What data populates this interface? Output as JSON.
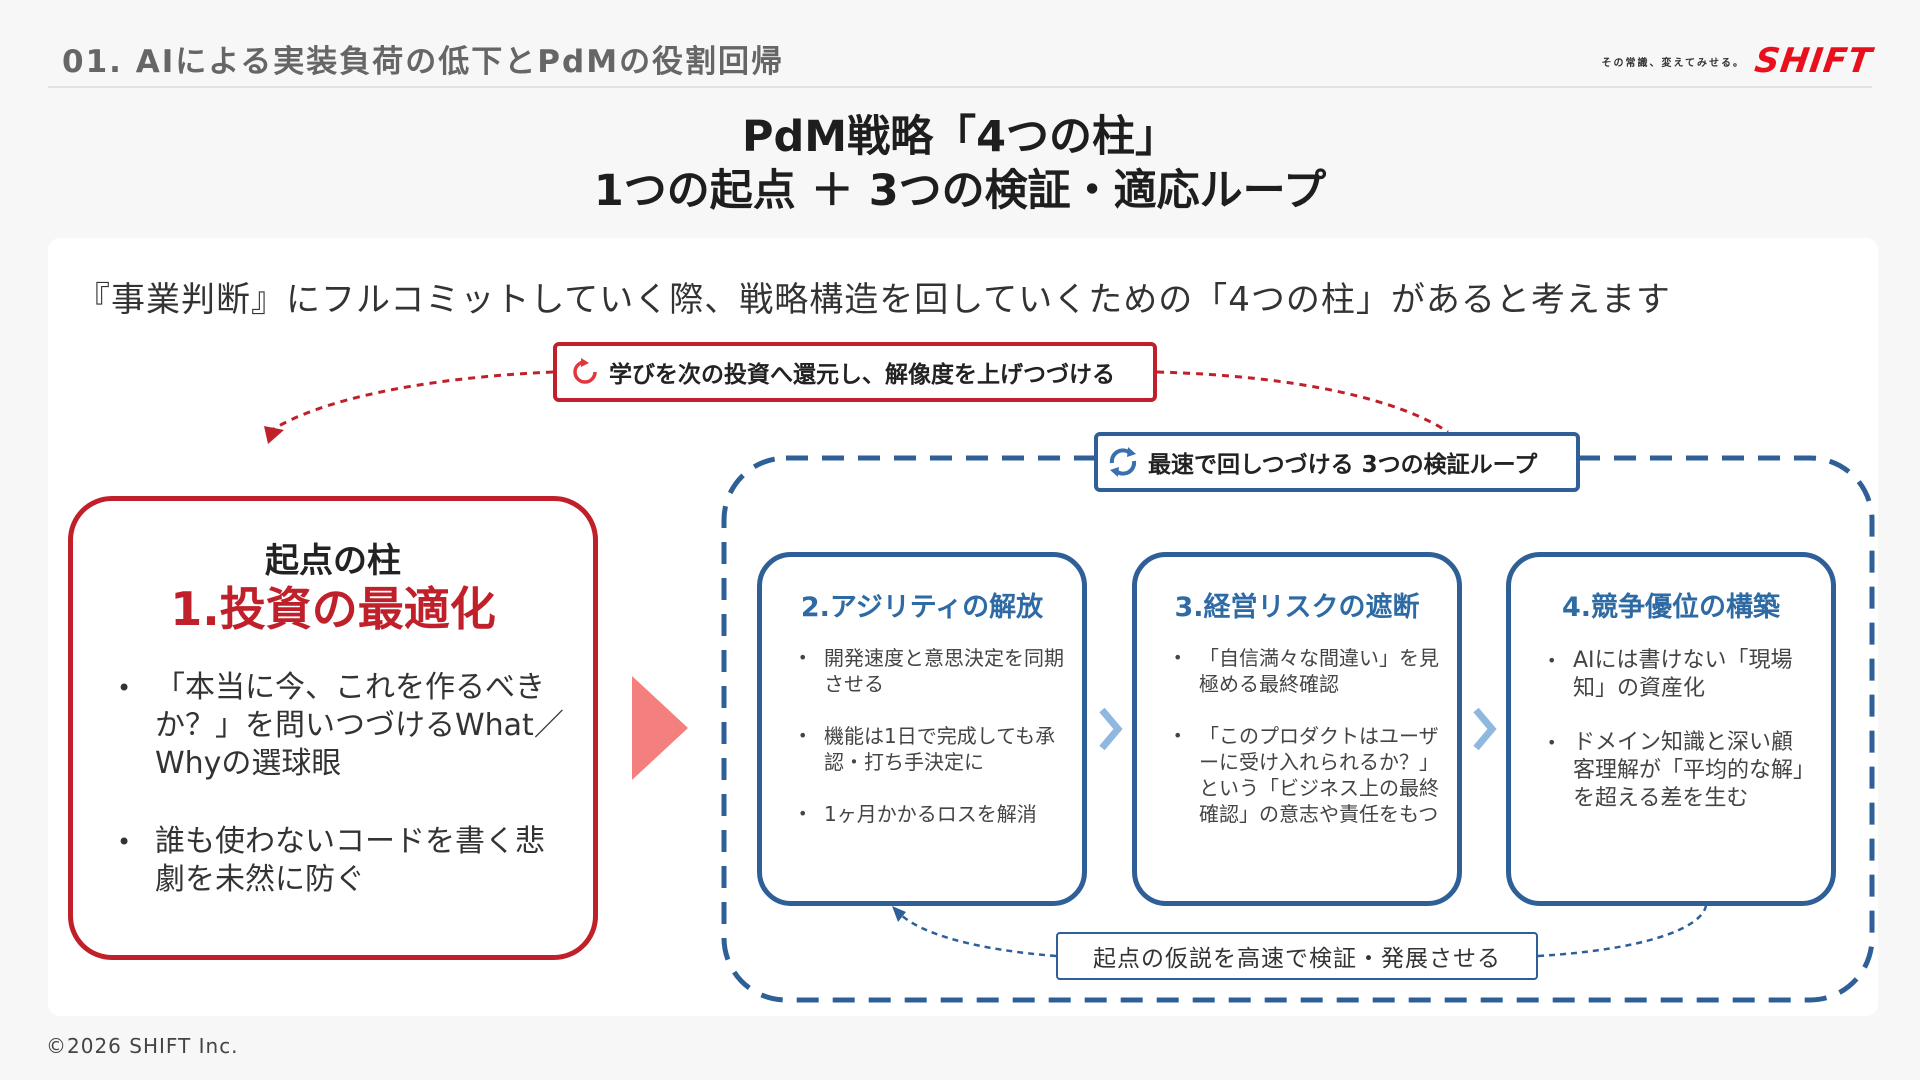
{
  "header": {
    "title": "01. AIによる実装負荷の低下とPdMの役割回帰",
    "logo_tagline": "その常識、変えてみせる。",
    "logo_text": "SHIFT"
  },
  "main_title": {
    "line1": "PdM戦略「4つの柱」",
    "line2": "1つの起点 ＋ 3つの検証・適応ループ"
  },
  "intro": "『事業判断』にフルコミットしていく際、戦略構造を回していくための「4つの柱」があると考えます",
  "learning_label": "学びを次の投資へ還元し、解像度を上げつづける",
  "loop_label": "最速で回しつづける  3つの検証ループ",
  "pillar1": {
    "sub": "起点の柱",
    "head": "1.投資の最適化",
    "bullets": [
      "「本当に今、これを作るべきか？」を問いつづけるWhat／Whyの選球眼",
      "誰も使わないコードを書く悲劇を未然に防ぐ"
    ]
  },
  "pillar2": {
    "head": "2.アジリティの解放",
    "bullets": [
      "開発速度と意思決定を同期させる",
      "機能は1日で完成しても承認・打ち手決定に",
      "1ヶ月かかるロスを解消"
    ]
  },
  "pillar3": {
    "head": "3.経営リスクの遮断",
    "bullets": [
      "「自信満々な間違い」を見極める最終確認",
      "「このプロダクトはユーザーに受け入れられるか？」という「ビジネス上の最終確認」の意志や責任をもつ"
    ]
  },
  "pillar4": {
    "head": "4.競争優位の構築",
    "bullets": [
      "AIには書けない「現場知」の資産化",
      "ドメイン知識と深い顧客理解が「平均的な解」を超える差を生む"
    ]
  },
  "verify_label": "起点の仮説を高速で検証・発展させる",
  "footer": "©2026 SHIFT Inc.",
  "colors": {
    "red": "#c0202a",
    "blue": "#2e5f96",
    "pink_arrow": "#f47f7f",
    "chevron": "#8fb8e0"
  }
}
